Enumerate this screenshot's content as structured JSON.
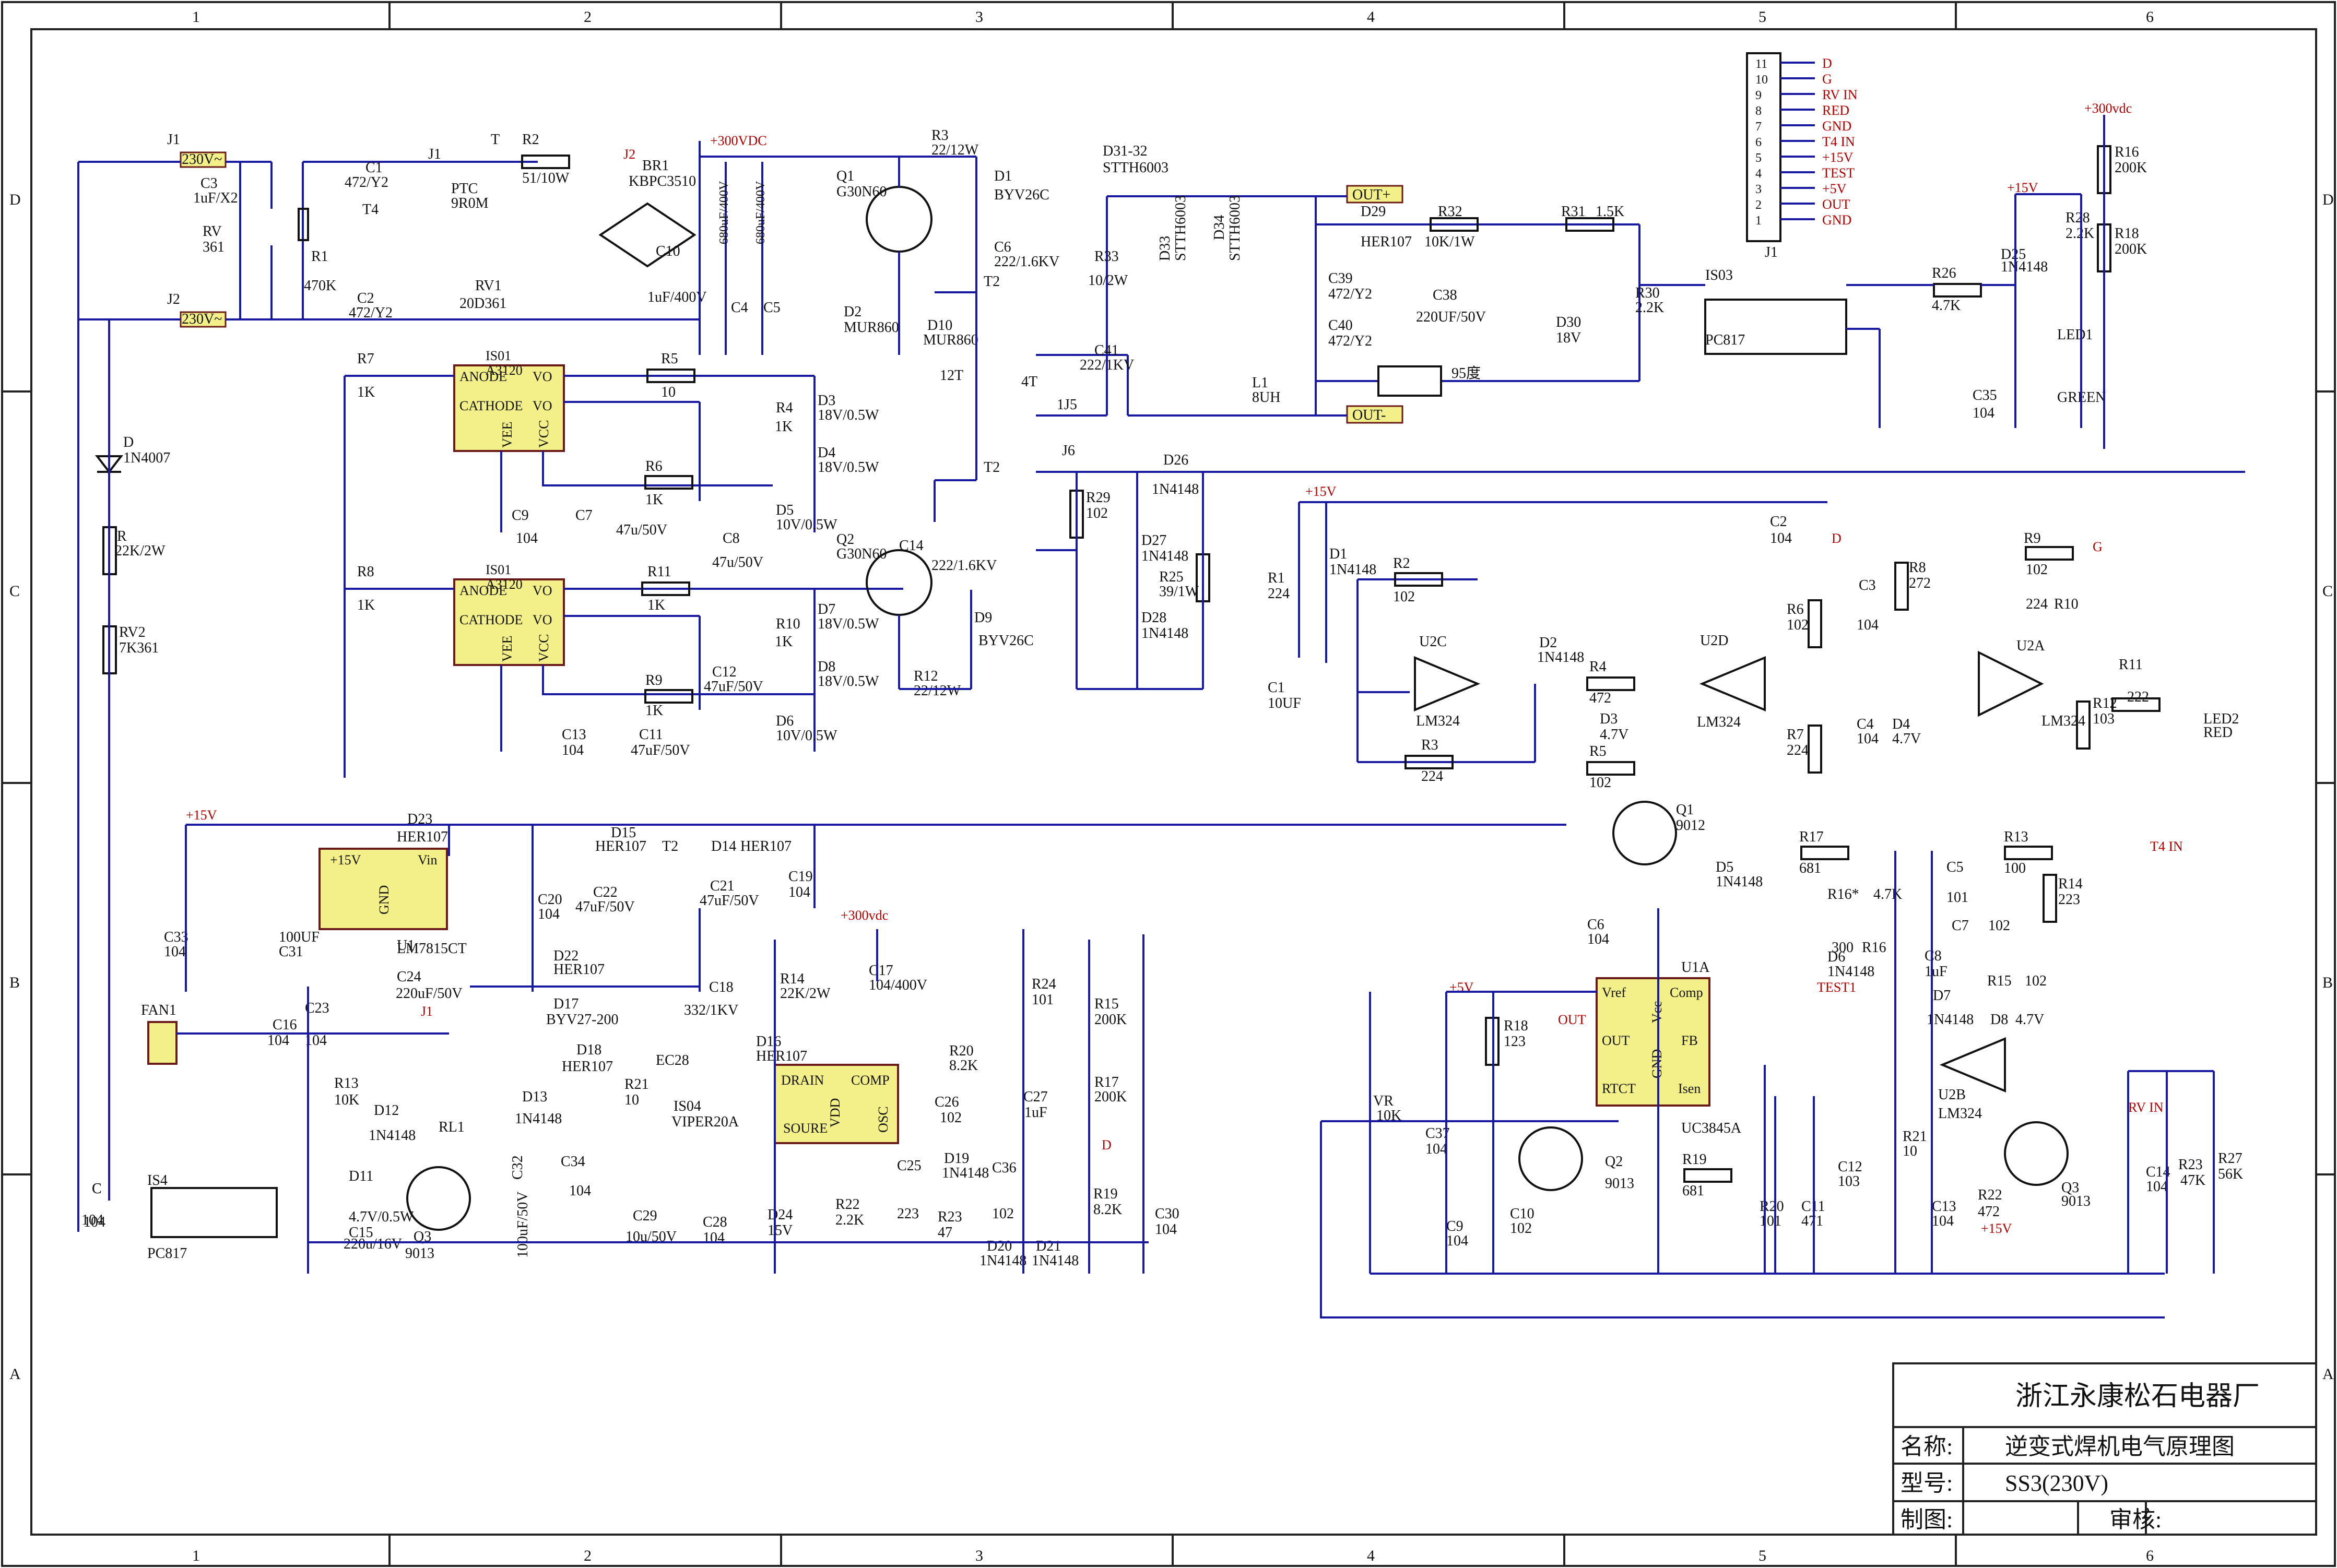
{
  "grid": {
    "cols": [
      "1",
      "2",
      "3",
      "4",
      "5",
      "6"
    ],
    "rows": [
      "D",
      "C",
      "B",
      "A"
    ]
  },
  "title_block": {
    "company": "浙江永康松石电器厂",
    "name_label": "名称:",
    "name_value": "逆变式焊机电气原理图",
    "model_label": "型号:",
    "model_value": "SS3(230V)",
    "drawn_label": "制图:",
    "review_label": "审核:"
  },
  "connector_j1": {
    "ref": "J1",
    "pins": [
      {
        "num": "11",
        "sig": "D"
      },
      {
        "num": "10",
        "sig": "G"
      },
      {
        "num": "9",
        "sig": "RV IN"
      },
      {
        "num": "8",
        "sig": "RED"
      },
      {
        "num": "7",
        "sig": "GND"
      },
      {
        "num": "6",
        "sig": "T4 IN"
      },
      {
        "num": "5",
        "sig": "+15V"
      },
      {
        "num": "4",
        "sig": "TEST"
      },
      {
        "num": "3",
        "sig": "+5V"
      },
      {
        "num": "2",
        "sig": "OUT"
      },
      {
        "num": "1",
        "sig": "GND"
      }
    ]
  },
  "input": {
    "j1": "J1",
    "j2": "J2",
    "ac1": "230V~",
    "ac2": "230V~",
    "c3": "C3",
    "c3v": "1uF/X2",
    "rv": "RV",
    "rvv": "361",
    "r1": "R1",
    "r1v": "470K",
    "t4": "T4",
    "c1": "C1",
    "c1v": "472/Y2",
    "c2": "C2",
    "c2v": "472/Y2",
    "j1b": "J1",
    "t": "T",
    "ptc": "PTC",
    "ptcv": "9R0M",
    "rv1": "RV1",
    "rv1v": "20D361",
    "r2": "R2",
    "r2v": "51/10W",
    "j2b": "J2",
    "br1": "BR1",
    "br1v": "KBPC3510",
    "c10": "C10",
    "c10v": "1uF/400V",
    "hv": "+300VDC",
    "c4": "C4",
    "c4v": "680uF/400V",
    "c5": "C5",
    "c5v": "680uF/400V",
    "d": "D",
    "dv": "1N4007",
    "r": "R",
    "rv2w": "22K/2W",
    "rv2": "RV2",
    "rv2v": "7K361",
    "c": "C",
    "cv": "104"
  },
  "drivers": {
    "is01a": "IS01",
    "a3120a": "A3120",
    "anode": "ANODE",
    "cathode": "CATHODE",
    "vo": "VO",
    "vee": "VEE",
    "vcc": "VCC",
    "is01b": "IS01",
    "a3120b": "A3120",
    "r7": "R7",
    "r7v": "1K",
    "r8": "R8",
    "r8v": "1K",
    "r5": "R5",
    "r5v": "10",
    "r11": "R11",
    "r11v": "1K",
    "r6": "R6",
    "r6v": "1K",
    "r9": "R9",
    "r9v": "1K",
    "r4": "R4",
    "r4v": "1K",
    "r10": "R10",
    "r10v": "1K",
    "c9": "C9",
    "c9v": "104",
    "c7": "C7",
    "c7v": "47u/50V",
    "c8": "C8",
    "c8v": "47u/50V",
    "c13": "C13",
    "c13v": "104",
    "c11": "C11",
    "c11v": "47uF/50V",
    "c12": "C12",
    "c12v": "47uF/50V",
    "d3": "D3",
    "d3v": "18V/0.5W",
    "d4": "D4",
    "d4v": "18V/0.5W",
    "d5": "D5",
    "d5v": "10V/0.5W",
    "d7": "D7",
    "d7v": "18V/0.5W",
    "d8": "D8",
    "d8v": "18V/0.5W",
    "d6": "D6",
    "d6v": "10V/0.5W"
  },
  "power_stage": {
    "q1": "Q1",
    "q1v": "G30N60",
    "q2": "Q2",
    "q2v": "G30N60",
    "d2": "D2",
    "d2v": "MUR860",
    "d10": "D10",
    "d10v": "MUR860",
    "r3": "R3",
    "r3v": "22/12W",
    "d1": "D1",
    "d1v": "BYV26C",
    "c6": "C6",
    "c6v": "222/1.6KV",
    "t2": "T2",
    "n12": "12T",
    "c14": "C14",
    "c14v": "222/1.6KV",
    "d9": "D9",
    "d9v": "BYV26C",
    "r12": "R12",
    "r12v": "22/12W",
    "t2b": "T2",
    "n4": "4T",
    "d3132": "D31-32",
    "d3132v": "STTH6003",
    "d33": "D33",
    "d33v": "STTH6003",
    "d34": "D34",
    "d34v": "STTH6003",
    "r33": "R33",
    "r33v": "10/2W",
    "c41": "C41",
    "c41v": "222/1KV",
    "l1": "L1",
    "l1v": "8UH",
    "j5": "1J5",
    "outp": "OUT+",
    "outn": "OUT-",
    "d29": "D29",
    "d29v": "HER107",
    "r32": "R32",
    "r32v": "10K/1W",
    "r31": "R31",
    "r31v": "1.5K",
    "c39": "C39",
    "c39v": "472/Y2",
    "c40": "C40",
    "c40v": "472/Y2",
    "c38": "C38",
    "c38v": "220UF/50V",
    "d30": "D30",
    "d30v": "18V",
    "r30": "R30",
    "r30v": "2.2K",
    "therm": "95度"
  },
  "fb_opto": {
    "is03": "IS03",
    "pc817": "PC817",
    "j1c": "J1",
    "r26": "R26",
    "r26v": "4.7K",
    "hv2": "+300vdc",
    "r16": "R16",
    "r16v": "200K",
    "r18": "R18",
    "r18v": "200K",
    "p15": "+15V",
    "r28": "R28",
    "r28v": "2.2K",
    "d25": "D25",
    "d25v": "1N4148",
    "led1": "LED1",
    "green": "GREEN",
    "c35": "C35",
    "c35v": "104"
  },
  "current_sense": {
    "j6": "J6",
    "d26": "D26",
    "d26v": "1N4148",
    "r29": "R29",
    "r29v": "102",
    "d27": "D27",
    "d27v": "1N4148",
    "r25": "R25",
    "r25v": "39/1W",
    "d28": "D28",
    "d28v": "1N4148"
  },
  "control": {
    "p15": "+15V",
    "r1": "R1",
    "r1v": "224",
    "d1": "D1",
    "d1v": "1N4148",
    "r2": "R2",
    "r2v": "102",
    "c1": "C1",
    "c1v": "10UF",
    "u2c": "U2C",
    "lm324a": "LM324",
    "r3": "R3",
    "r3v": "224",
    "c2": "C2",
    "c2v": "104",
    "d2": "D2",
    "d2v": "1N4148",
    "r4": "R4",
    "r4v": "472",
    "d3": "D3",
    "d3v": "4.7V",
    "r5": "R5",
    "r5v": "102",
    "u2d": "U2D",
    "lm324b": "LM324",
    "q1": "Q1",
    "q1v": "9012",
    "d": "D",
    "r6": "R6",
    "r6v": "102",
    "c3": "C3",
    "c3v": "104",
    "r7": "R7",
    "r7v": "224",
    "c4": "C4",
    "c4v": "104",
    "d4": "D4",
    "d4v": "4.7V",
    "r8": "R8",
    "r8v": "272",
    "r9": "R9",
    "r9v": "102",
    "g": "G",
    "r10": "R10",
    "r10v": "224",
    "u2a": "U2A",
    "lm324c": "LM324",
    "r11": "R11",
    "r11v": "222",
    "r12": "R12",
    "r12v": "103",
    "led2": "LED2",
    "red": "RED",
    "d5": "D5",
    "d5v": "1N4148",
    "c6": "C6",
    "c6v": "104",
    "r17": "R17",
    "r17v": "681",
    "c5": "C5",
    "c5v": "101",
    "r13": "R13",
    "r13v": "100",
    "t4in": "T4 IN",
    "r14": "R14",
    "r14v": "223",
    "r16s": "R16*",
    "r16sv": "4.7K",
    "r300": "300",
    "r16": "R16",
    "c7": "C7",
    "c7v": "102",
    "d6": "D6",
    "d6v": "1N4148",
    "test1": "TEST1",
    "c8": "C8",
    "c8v": "1uF",
    "r15": "R15",
    "r15v": "102",
    "d7": "D7",
    "d7v": "1N4148",
    "d8": "D8",
    "d8v": "4.7V",
    "u2b": "U2B",
    "lm324d": "LM324",
    "rvin": "RV IN",
    "u1a": "U1A",
    "uc": "UC3845A",
    "vref": "Vref",
    "vcc": "Vcc",
    "comp": "Comp",
    "out": "OUT",
    "fb": "FB",
    "gnd": "GND",
    "rtct": "RTCT",
    "isen": "Isen",
    "p5": "+5V",
    "outl": "OUT",
    "vr": "VR",
    "vrv": "10K",
    "c37": "C37",
    "c37v": "104",
    "r18": "R18",
    "r18v": "123",
    "c9": "C9",
    "c9v": "104",
    "c10": "C10",
    "c10v": "102",
    "q2": "Q2",
    "q2v": "9013",
    "r19": "R19",
    "r19v": "681",
    "r20": "R20",
    "r20v": "101",
    "c11": "C11",
    "c11v": "471",
    "c12": "C12",
    "c12v": "103",
    "r21": "R21",
    "r21v": "10",
    "c13": "C13",
    "c13v": "104",
    "r22": "R22",
    "r22v": "472",
    "q3": "Q3",
    "q3v": "9013",
    "c14": "C14",
    "c14v": "104",
    "r23": "R23",
    "r23v": "47K",
    "r27": "R27",
    "r27v": "56K",
    "p15b": "+15V"
  },
  "aux_supply": {
    "p15": "+15V",
    "d23": "D23",
    "d23v": "HER107",
    "u1": "U1",
    "u1v": "LM7815CT",
    "vin": "Vin",
    "p15in": "+15V",
    "gnd": "GND",
    "c33": "C33",
    "c33v": "104",
    "c31": "C31",
    "c31v": "100UF",
    "fan": "FAN1",
    "c16": "C16",
    "c16v": "104",
    "c23": "C23",
    "c23v": "104",
    "c24": "C24",
    "c24v": "220uF/50V",
    "j1": "J1",
    "d15": "D15",
    "d15v": "HER107",
    "d14": "D14",
    "d14v": "HER107",
    "t2": "T2",
    "c20": "C20",
    "c20v": "104",
    "c22": "C22",
    "c22v": "47uF/50V",
    "c21": "C21",
    "c21v": "47uF/50V",
    "c19": "C19",
    "c19v": "104",
    "d22": "D22",
    "d22v": "HER107",
    "d17": "D17",
    "d17v": "BYV27-200",
    "d18": "D18",
    "d18v": "HER107",
    "ec28": "EC28",
    "hv": "+300vdc",
    "c17": "C17",
    "c17v": "104/400V",
    "c18": "C18",
    "c18v": "332/1KV",
    "r14": "R14",
    "r14v": "22K/2W",
    "d16": "D16",
    "d16v": "HER107",
    "r24": "R24",
    "r24v": "101",
    "r15": "R15",
    "r15v": "200K",
    "r17": "R17",
    "r17v": "200K",
    "is04": "IS04",
    "viper": "VIPER20A",
    "drain": "DRAIN",
    "compp": "COMP",
    "source": "SOURE",
    "vdd": "VDD",
    "osc": "OSC",
    "r20": "R20",
    "r20v": "8.2K",
    "c26": "C26",
    "c26v": "102",
    "c27": "C27",
    "c27v": "1uF",
    "d": "D",
    "r13": "R13",
    "r13v": "10K",
    "d12": "D12",
    "d12v": "1N4148",
    "rl1": "RL1",
    "d13": "D13",
    "d13v": "1N4148",
    "r21": "R21",
    "r21v": "10",
    "c34": "C34",
    "c34v": "104",
    "c32": "C32",
    "c32v": "100uF/50V",
    "c29": "C29",
    "c29v": "10u/50V",
    "c28": "C28",
    "c28v": "104",
    "d24": "D24",
    "d24v": "15V",
    "r22": "R22",
    "r22v": "2.2K",
    "c25": "C25",
    "c25v": "223",
    "d19": "D19",
    "d19v": "1N4148",
    "r23": "R23",
    "r23v": "47",
    "c36": "C36",
    "c36v": "102",
    "d20": "D20",
    "d20v": "1N4148",
    "d21": "D21",
    "d21v": "1N4148",
    "r19": "R19",
    "r19v": "8.2K",
    "c30": "C30",
    "c30v": "104",
    "is4": "IS4",
    "pc817": "PC817",
    "c": "C",
    "cv": "104",
    "d11": "D11",
    "d11v": "4.7V/0.5W",
    "c15": "C15",
    "c15v": "220u/16V",
    "q3": "Q3",
    "q3v": "9013"
  }
}
